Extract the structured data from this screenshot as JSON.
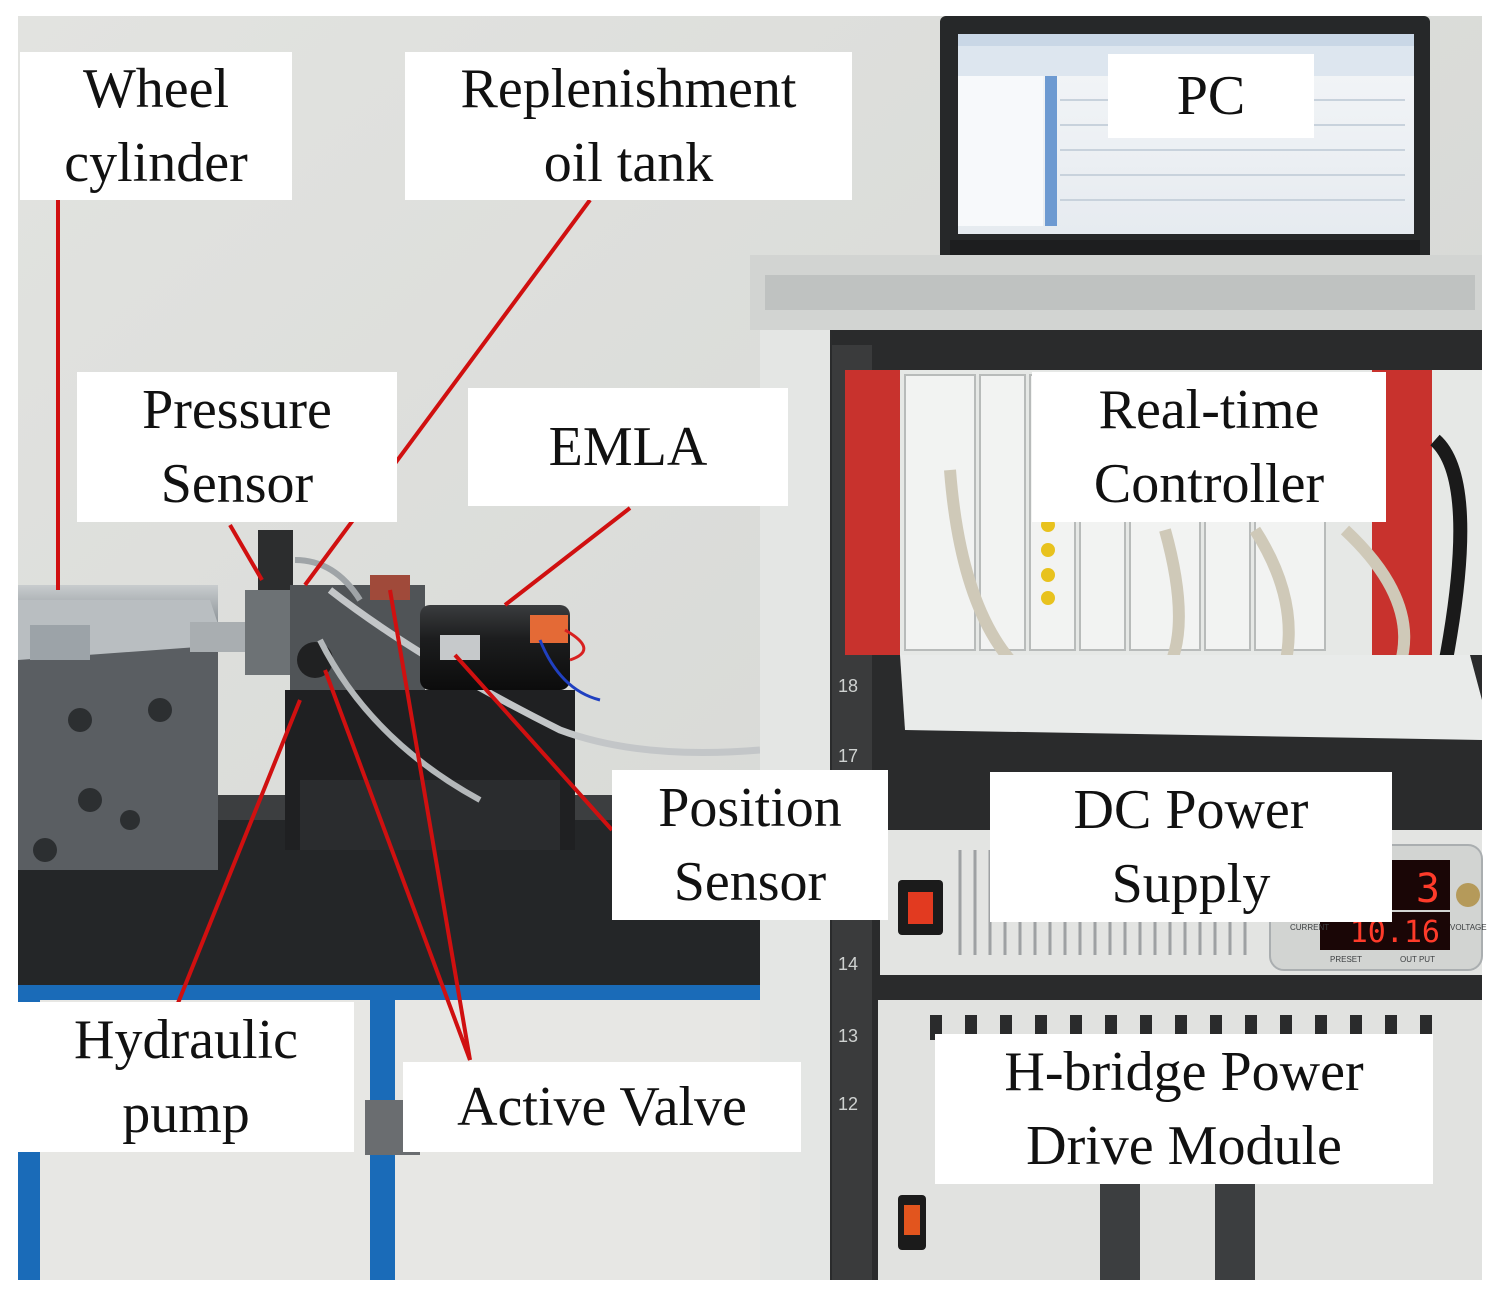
{
  "colors": {
    "leader_line": "#d01010",
    "wall": "#dcdedb",
    "bench_top": "#2f3133",
    "cabinet_blue": "#1a6bb8",
    "rack_frame": "#c9c9c6",
    "module_red": "#c8322d"
  },
  "labels": {
    "wheel_cylinder": [
      "Wheel",
      "cylinder"
    ],
    "replenishment_tank": [
      "Replenishment",
      "oil tank"
    ],
    "pc": [
      "PC"
    ],
    "pressure_sensor": [
      "Pressure",
      "Sensor"
    ],
    "emla": [
      "EMLA"
    ],
    "realtime_controller": [
      "Real-time",
      "Controller"
    ],
    "position_sensor": [
      "Position",
      "Sensor"
    ],
    "dc_power_supply": [
      "DC Power",
      "Supply"
    ],
    "hydraulic_pump": [
      "Hydraulic",
      "pump"
    ],
    "active_valve": [
      "Active Valve"
    ],
    "hbridge_module": [
      "H-bridge Power",
      "Drive Module"
    ]
  },
  "psu_display": {
    "current": "3",
    "voltage": "10.16",
    "current_label": "CURRENT",
    "voltage_label": "VOLTAGE",
    "preset_label": "PRESET",
    "output_label": "OUT PUT"
  },
  "rack_units": [
    "18",
    "17",
    "14",
    "13",
    "12"
  ]
}
